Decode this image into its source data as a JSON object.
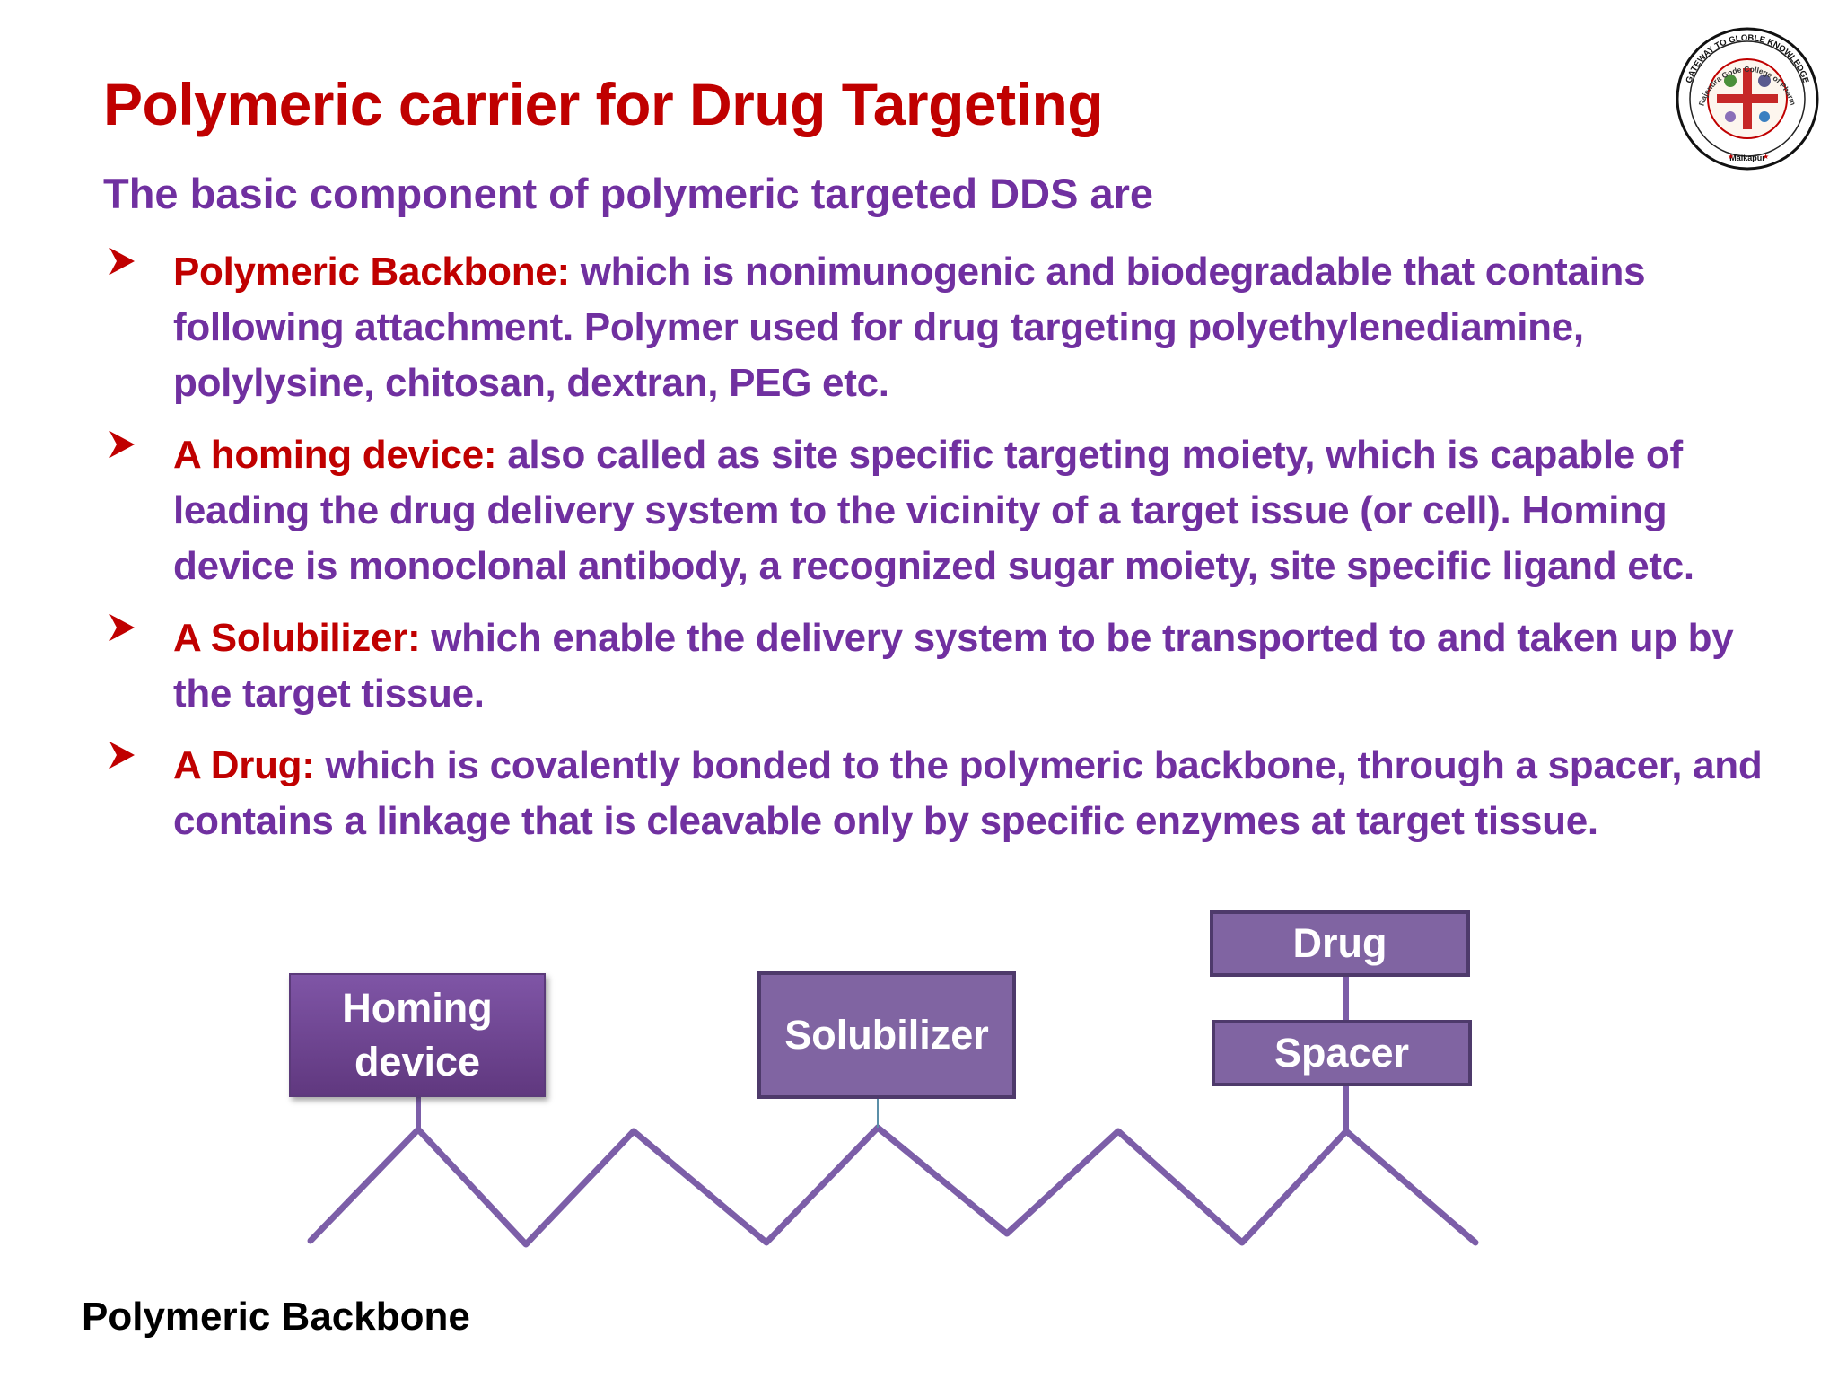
{
  "slide": {
    "title": "Polymeric carrier for Drug Targeting",
    "subtitle": "The basic component of polymeric targeted DDS are",
    "bullets": [
      {
        "term": "Polymeric Backbone:",
        "text": " which is nonimunogenic and biodegradable that contains following attachment. Polymer used for drug targeting polyethylenediamine, polylysine, chitosan, dextran, PEG etc."
      },
      {
        "term": "A homing device:",
        "text": " also called as site specific targeting moiety, which is capable of leading the drug delivery system to the vicinity of a target issue (or cell).  Homing device is monoclonal antibody, a recognized sugar moiety, site specific ligand etc."
      },
      {
        "term": "A Solubilizer:",
        "text": " which enable the delivery system to be transported to and taken up by the target tissue."
      },
      {
        "term": "A Drug:",
        "text": " which is covalently bonded to the polymeric backbone, through a spacer, and contains a linkage that is cleavable only by specific enzymes at target tissue."
      }
    ]
  },
  "logo": {
    "top_text": "GATEWAY TO GLOBLE KNOWLEDGE",
    "ring_text": "Dr. Rajendra Gode College of Pharmacy",
    "bottom_text": "Malkapur"
  },
  "diagram": {
    "homing_label": "Homing device",
    "solubilizer_label": "Solubilizer",
    "drug_label": "Drug",
    "spacer_label": "Spacer",
    "caption": "Polymeric Backbone"
  },
  "colors": {
    "title_red": "#c00000",
    "body_purple": "#7030a0",
    "box_purple": "#8064a2",
    "backbone_line": "#7c5ea8"
  }
}
